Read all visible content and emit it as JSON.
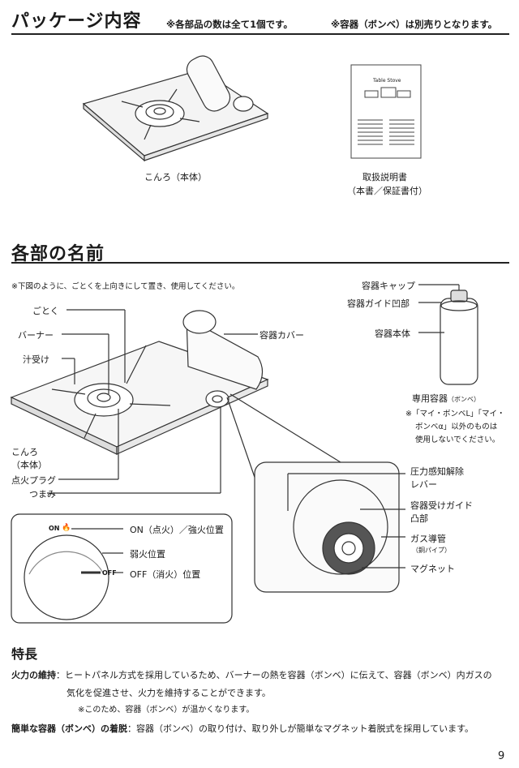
{
  "package": {
    "title": "パッケージ内容",
    "note1": "※各部品の数は全て1個です。",
    "note2": "※容器（ボンベ）は別売りとなります。",
    "stove_label": "こんろ（本体）",
    "manual_label_1": "取扱説明書",
    "manual_label_2": "（本書／保証書付）",
    "manual_cover_title": "Table Stove"
  },
  "parts": {
    "title": "各部の名前",
    "instruction": "※下図のように、ごとくを上向きにして置き、使用してください。",
    "gotoku": "ごとく",
    "burner": "バーナー",
    "drip_tray": "汁受け",
    "container_cover": "容器カバー",
    "stove_1": "こんろ",
    "stove_2": "（本体）",
    "igniter_plug": "点火プラグ",
    "knob": "つまみ",
    "can_cap": "容器キャップ",
    "can_guide": "容器ガイド凹部",
    "can_body": "容器本体",
    "dedicated_can": "専用容器",
    "dedicated_can_sub": "（ボンベ）",
    "can_note_1": "※「マイ・ボンベL」「マイ・",
    "can_note_2": "ボンベα」以外のものは",
    "can_note_3": "使用しないでください。",
    "pressure_lever_1": "圧力感知解除",
    "pressure_lever_2": "レバー",
    "guide_boss_1": "容器受けガイド",
    "guide_boss_2": "凸部",
    "gas_pipe": "ガス導管",
    "gas_pipe_sub": "（銅パイプ）",
    "magnet": "マグネット",
    "knob_on_mark": "ON",
    "knob_off_mark": "OFF",
    "knob_on": "ON（点火）／強火位置",
    "knob_low": "弱火位置",
    "knob_off": "OFF（消火）位置"
  },
  "features": {
    "title": "特長",
    "f1_head": "火力の維持",
    "f1_text_1": "：ヒートパネル方式を採用しているため、バーナーの熱を容器（ボンベ）に伝えて、容器（ボンベ）内ガスの",
    "f1_text_2": "気化を促進させ、火力を維持することができます。",
    "f1_text_3": "※このため、容器（ボンベ）が温かくなります。",
    "f2_head": "簡単な容器（ボンベ）の着脱",
    "f2_text": "：容器（ボンベ）の取り付け、取り外しが簡単なマグネット着脱式を採用しています。"
  },
  "page_number": "9"
}
